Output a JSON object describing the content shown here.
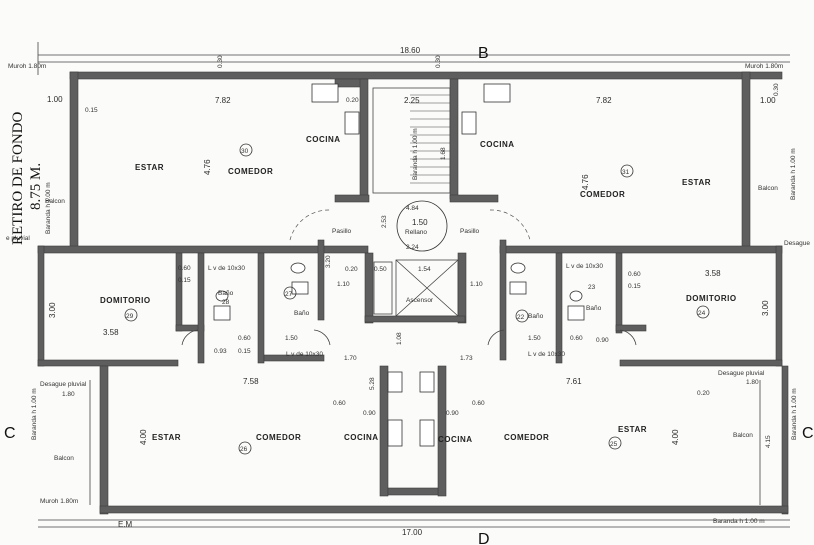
{
  "grid_labels": {
    "top": "B",
    "bottom": "D",
    "left_bottom": "C",
    "right_bottom": "C"
  },
  "top_strip": {
    "dim_total": "18.60",
    "muroh_left": "Muroh 1.80m",
    "muroh_right": "Muroh 1.80m",
    "wall_left": "0.30",
    "wall_center": "0.30",
    "wall_right": "0.30"
  },
  "bottom_strip": {
    "dim_total": "17.00",
    "muroh": "Muroh 1.80m",
    "baranda": "Baranda h 1.00 m",
    "em": "E.M"
  },
  "setback": {
    "line1": "RETIRO DE FONDO",
    "line2": "8.75 M."
  },
  "unit30": {
    "number": "30",
    "estar": "ESTAR",
    "comedor": "COMEDOR",
    "cocina": "COCINA",
    "balcon": "Balcon",
    "baranda": "Baranda h 1.00 m",
    "pluvial": "e pluvial",
    "width": "7.82",
    "height": "4.76",
    "d_100": "1.00",
    "d_015": "0.15",
    "d_020": "0.20"
  },
  "unit31": {
    "number": "31",
    "estar": "ESTAR",
    "comedor": "COMEDOR",
    "cocina": "COCINA",
    "balcon": "Balcon",
    "baranda": "Baranda h 1.00 m",
    "desague": "Desague",
    "width": "7.82",
    "height": "4.76",
    "d_100": "1.00",
    "d_030": "0.30"
  },
  "unit29": {
    "number": "29",
    "room": "DOMITORIO",
    "bano": "Baño",
    "bano_number": "28",
    "width": "3.58",
    "height": "3.00",
    "d_060": "0.60",
    "d_015": "0.15",
    "d_093": "0.93",
    "lav": "L v de 10x30"
  },
  "unit27": {
    "number": "27",
    "bano": "Baño",
    "d_150": "1.50",
    "d_060": "0.60",
    "d_015": "0.15",
    "lav": "L v de 10x30",
    "d_320": "3.20",
    "d_110": "1.10",
    "d_170": "1.70"
  },
  "unit24": {
    "number": "24",
    "room": "DOMITORIO",
    "bano": "Baño",
    "bano_number": "23",
    "width": "3.58",
    "height": "3.00",
    "d_060": "0.60",
    "d_015": "0.15",
    "d_090": "0.90",
    "lav": "L v de 10x30"
  },
  "unit22": {
    "number": "22",
    "bano": "Baño",
    "d_150": "1.50",
    "d_060": "0.60",
    "d_173": "1.73",
    "d_110": "1.10",
    "lav": "L v de 10x30"
  },
  "core": {
    "pasillo_left": "Pasillo",
    "pasillo_right": "Pasillo",
    "rellano": "Rellano",
    "ascensor": "Ascensor",
    "stair_w": "2.25",
    "landing": "1.50",
    "d_484": "4.84",
    "d_224": "2.24",
    "d_253": "2.53",
    "d_168": "1.68",
    "d_154": "1.54",
    "d_050": "0.50",
    "d_020": "0.20",
    "baranda_v": "Baranda h 1.00 m",
    "d_108": "1.08",
    "d_528": "5.28"
  },
  "unit26": {
    "number": "26",
    "estar": "ESTAR",
    "comedor": "COMEDOR",
    "cocina": "COCINA",
    "balcon": "Balcon",
    "baranda": "Baranda h 1.00 m",
    "desague": "Desague pluvial",
    "width": "7.58",
    "d_400": "4.00",
    "d_180": "1.80",
    "d_060": "0.60",
    "d_090": "0.90"
  },
  "unit25": {
    "number": "25",
    "estar": "ESTAR",
    "comedor": "COMEDOR",
    "cocina": "COCINA",
    "balcon": "Balcon",
    "baranda": "Baranda h 1.00 m",
    "desague": "Desague pluvial",
    "width": "7.61",
    "d_400": "4.00",
    "d_180": "1.80",
    "d_415": "4.15",
    "d_060": "0.60",
    "d_090": "0.90",
    "d_020": "0.20"
  }
}
